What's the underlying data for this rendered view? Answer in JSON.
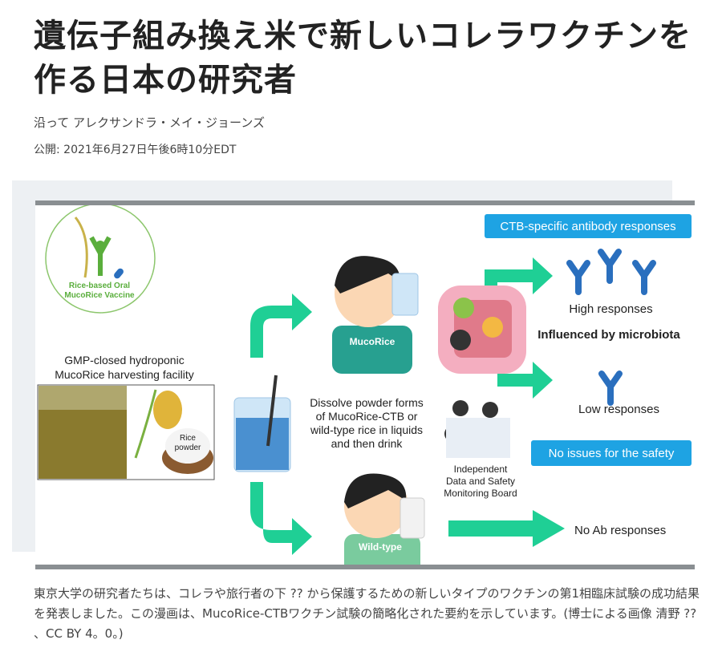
{
  "article": {
    "title": "遺伝子組み換え米で新しいコレラワクチンを作る日本の研究者",
    "byline": "沿って アレクサンドラ・メイ・ジョーンズ",
    "published": "公開: 2021年6月27日午後6時10分EDT",
    "caption": "東京大学の研究者たちは、コレラや旅行者の下 ?? から保護するための新しいタイプのワクチンの第1相臨床試験の成功結果を発表しました。この漫画は、MucoRice-CTBワクチン試験の簡略化された要約を示しています。(博士による画像 清野 ?? 、CC BY 4。0。)"
  },
  "figure": {
    "logo_line1": "Rice-based Oral",
    "logo_line2": "MucoRice Vaccine",
    "facility_line1": "GMP-closed hydroponic",
    "facility_line2": "MucoRice harvesting facility",
    "rice_powder_line1": "Rice",
    "rice_powder_line2": "powder",
    "dissolve_line1": "Dissolve powder forms",
    "dissolve_line2": "of MucoRice-CTB or",
    "dissolve_line3": "wild-type rice in liquids",
    "dissolve_line4": "and then drink",
    "shirt_top": "MucoRice",
    "shirt_bottom": "Wild-type",
    "ctb_box": "CTB-specific antibody responses",
    "high": "High responses",
    "influenced": "Influenced by microbiota",
    "low": "Low responses",
    "safety_box": "No issues for the safety",
    "board_line1": "Independent",
    "board_line2": "Data and Safety",
    "board_line3": "Monitoring Board",
    "no_ab": "No Ab responses"
  },
  "colors": {
    "accent_blue": "#1ea3e3",
    "arrow_green": "#1fcf95",
    "antibody": "#2a6fbe",
    "logo_green": "#5aae3c"
  }
}
